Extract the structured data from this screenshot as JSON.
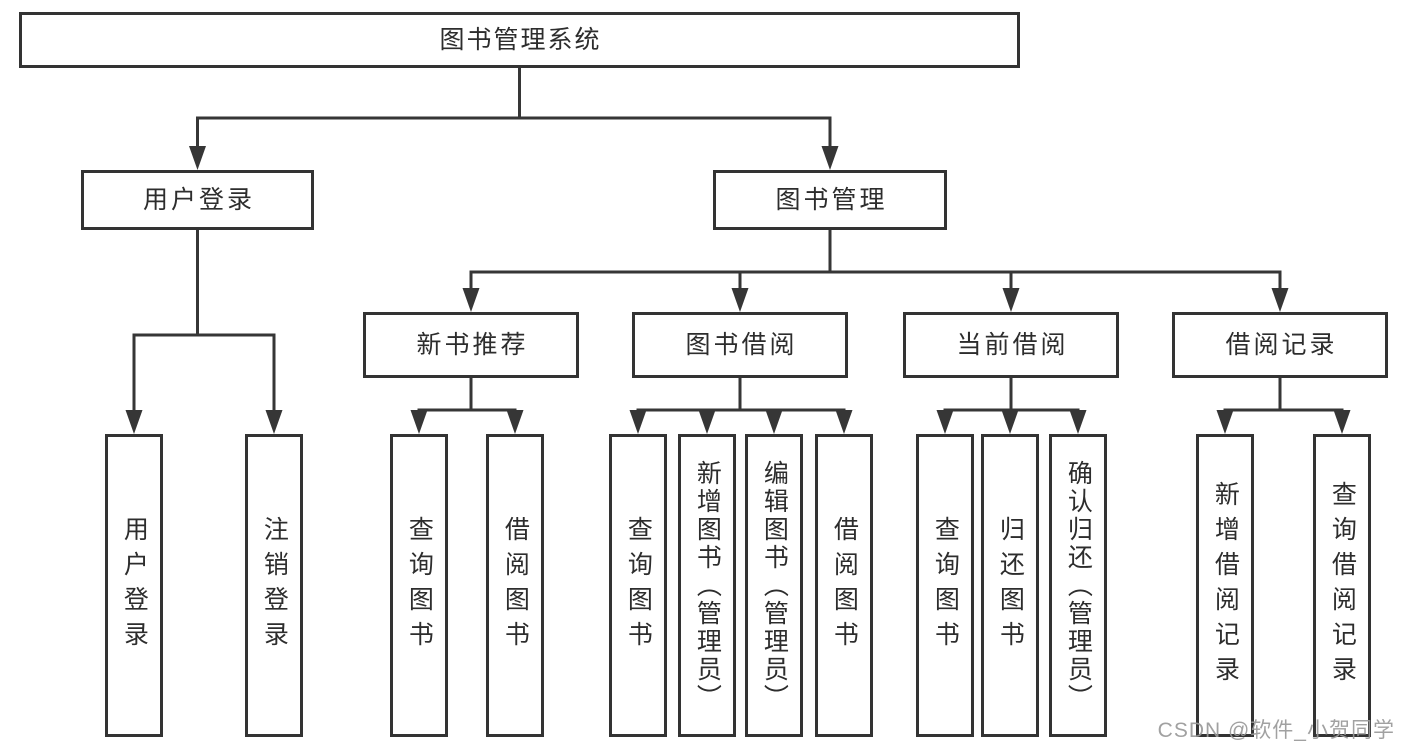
{
  "diagram_type": "functional-structure-tree",
  "nodes": [
    {
      "id": "root",
      "label": "图书管理系统",
      "parent": null
    },
    {
      "id": "user-login",
      "label": "用户登录",
      "parent": "root"
    },
    {
      "id": "book-management",
      "label": "图书管理",
      "parent": "root"
    },
    {
      "id": "new-book-recommendation",
      "label": "新书推荐",
      "parent": "book-management"
    },
    {
      "id": "book-borrowing",
      "label": "图书借阅",
      "parent": "book-management"
    },
    {
      "id": "current-borrowing",
      "label": "当前借阅",
      "parent": "book-management"
    },
    {
      "id": "borrowing-records",
      "label": "借阅记录",
      "parent": "book-management"
    },
    {
      "id": "leaf-user-login",
      "label": "用户登录",
      "parent": "user-login"
    },
    {
      "id": "leaf-logout",
      "label": "注销登录",
      "parent": "user-login"
    },
    {
      "id": "leaf-nb-query-books",
      "label": "查询图书",
      "parent": "new-book-recommendation"
    },
    {
      "id": "leaf-nb-borrow-books",
      "label": "借阅图书",
      "parent": "new-book-recommendation"
    },
    {
      "id": "leaf-bb-query-books",
      "label": "查询图书",
      "parent": "book-borrowing"
    },
    {
      "id": "leaf-bb-add-books",
      "label": "新增图书（管理员）",
      "parent": "book-borrowing"
    },
    {
      "id": "leaf-bb-edit-books",
      "label": "编辑图书（管理员）",
      "parent": "book-borrowing"
    },
    {
      "id": "leaf-bb-borrow-books",
      "label": "借阅图书",
      "parent": "book-borrowing"
    },
    {
      "id": "leaf-cb-query-books",
      "label": "查询图书",
      "parent": "current-borrowing"
    },
    {
      "id": "leaf-cb-return-books",
      "label": "归还图书",
      "parent": "current-borrowing"
    },
    {
      "id": "leaf-cb-confirm-return",
      "label": "确认归还（管理员）",
      "parent": "current-borrowing"
    },
    {
      "id": "leaf-br-add-record",
      "label": "新增借阅记录",
      "parent": "borrowing-records"
    },
    {
      "id": "leaf-br-query-record",
      "label": "查询借阅记录",
      "parent": "borrowing-records"
    }
  ],
  "watermark": "CSDN @软件_小贺同学",
  "colors": {
    "line": "#363636",
    "box_border": "#333333",
    "text": "#2d2d2d",
    "box_fill": "#ffffff",
    "background": "#ffffff",
    "watermark": "#9a9a9a"
  }
}
